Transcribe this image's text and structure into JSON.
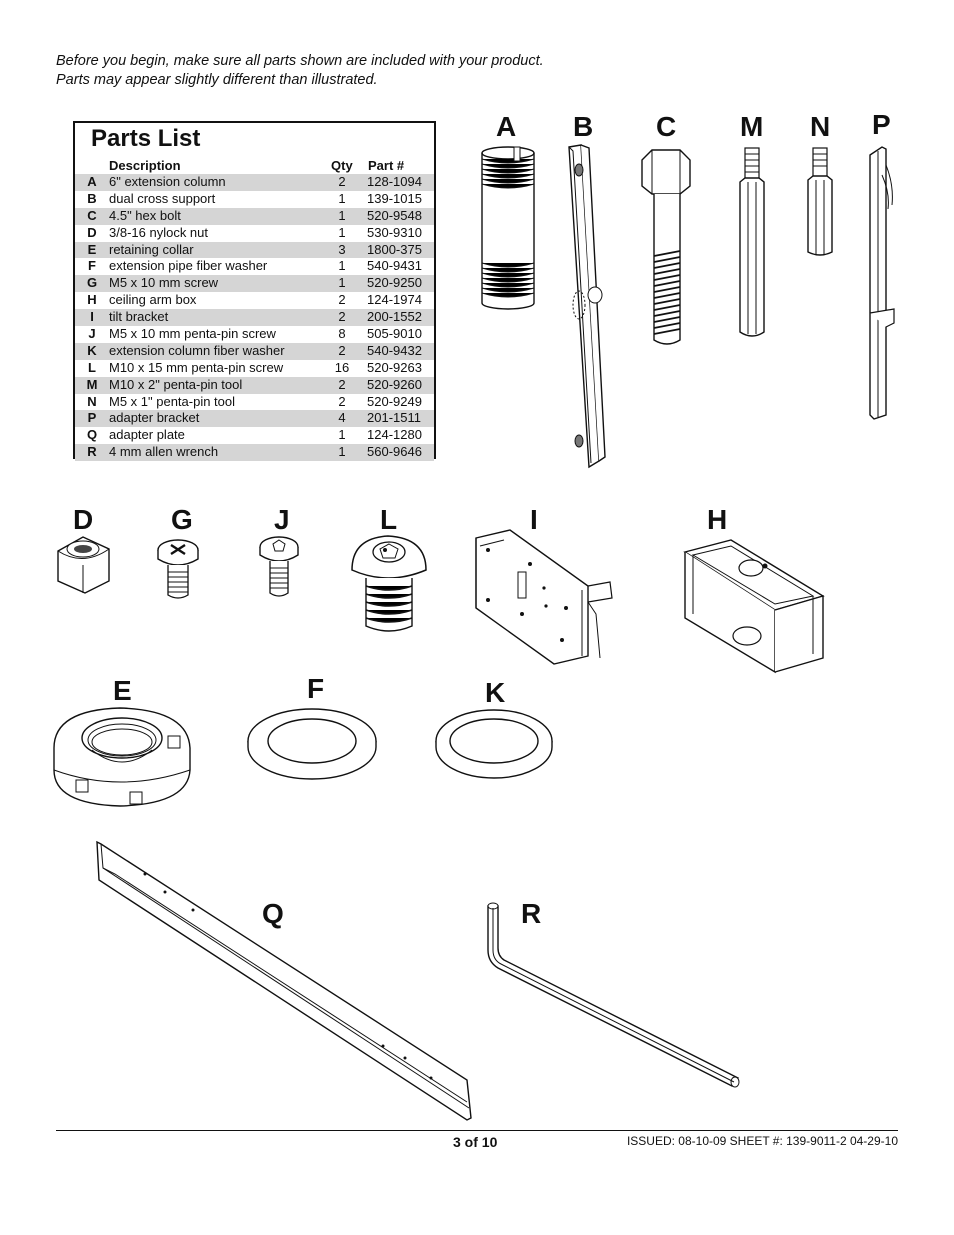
{
  "intro": {
    "line1": "Before you begin, make sure all parts shown are included with your product.",
    "line2": "Parts may appear slightly different than illustrated."
  },
  "parts_list": {
    "title": "Parts List",
    "headers": {
      "description": "Description",
      "qty": "Qty",
      "part": "Part #"
    },
    "rows": [
      {
        "letter": "A",
        "description": "6\" extension column",
        "qty": "2",
        "part": "128-1094"
      },
      {
        "letter": "B",
        "description": "dual cross support",
        "qty": "1",
        "part": "139-1015"
      },
      {
        "letter": "C",
        "description": "4.5\" hex bolt",
        "qty": "1",
        "part": "520-9548"
      },
      {
        "letter": "D",
        "description": "3/8-16 nylock nut",
        "qty": "1",
        "part": "530-9310"
      },
      {
        "letter": "E",
        "description": "retaining collar",
        "qty": "3",
        "part": "1800-375"
      },
      {
        "letter": "F",
        "description": "extension pipe fiber washer",
        "qty": "1",
        "part": "540-9431"
      },
      {
        "letter": "G",
        "description": "M5 x 10 mm screw",
        "qty": "1",
        "part": "520-9250"
      },
      {
        "letter": "H",
        "description": "ceiling arm box",
        "qty": "2",
        "part": "124-1974"
      },
      {
        "letter": "I",
        "description": "tilt bracket",
        "qty": "2",
        "part": "200-1552"
      },
      {
        "letter": "J",
        "description": "M5 x 10 mm penta-pin screw",
        "qty": "8",
        "part": "505-9010"
      },
      {
        "letter": "K",
        "description": "extension column fiber washer",
        "qty": "2",
        "part": "540-9432"
      },
      {
        "letter": "L",
        "description": "M10 x 15 mm penta-pin screw",
        "qty": "16",
        "part": "520-9263"
      },
      {
        "letter": "M",
        "description": "M10 x 2\" penta-pin tool",
        "qty": "2",
        "part": "520-9260"
      },
      {
        "letter": "N",
        "description": "M5 x 1\" penta-pin tool",
        "qty": "2",
        "part": "520-9249"
      },
      {
        "letter": "P",
        "description": "adapter bracket",
        "qty": "4",
        "part": "201-1511"
      },
      {
        "letter": "Q",
        "description": "adapter plate",
        "qty": "1",
        "part": "124-1280"
      },
      {
        "letter": "R",
        "description": "4 mm allen wrench",
        "qty": "1",
        "part": "560-9646"
      }
    ]
  },
  "labels": {
    "A": "A",
    "B": "B",
    "C": "C",
    "M": "M",
    "N": "N",
    "P": "P",
    "D": "D",
    "G": "G",
    "J": "J",
    "L": "L",
    "I": "I",
    "H": "H",
    "E": "E",
    "F": "F",
    "K": "K",
    "Q": "Q",
    "R": "R"
  },
  "footer": {
    "page": "3 of 10",
    "issued": "ISSUED: 08-10-09   SHEET #: 139-9011-2  04-29-10"
  }
}
